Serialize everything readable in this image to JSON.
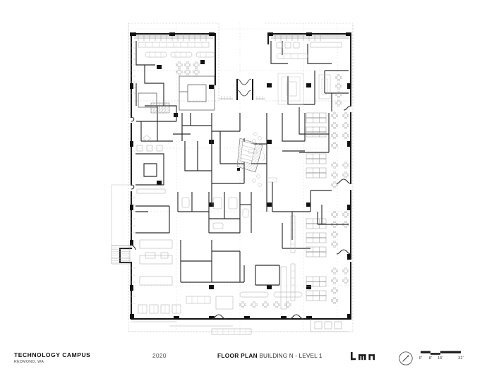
{
  "sheet": {
    "background_color": "#ffffff",
    "ink_color": "#111111"
  },
  "titleblock": {
    "project_name": "TECHNOLOGY CAMPUS",
    "project_location": "REDMOND, WA",
    "year": "2020",
    "drawing_type": "FLOOR PLAN",
    "drawing_subject": " BUILDING N - LEVEL 1",
    "firm_logo": "lmn-logo",
    "north_arrow": "north-arrow-icon",
    "scale": {
      "labels": [
        "0'",
        "8'",
        "16'",
        "32'"
      ],
      "label_x": [
        0,
        14,
        28,
        57
      ],
      "bar_total_ft": 32
    }
  },
  "plan": {
    "title": "Building N Level 1 Floor Plan",
    "line_colors": {
      "structure": "#111111",
      "partition": "#3a3a3a",
      "furniture": "#9a9a9a",
      "light": "#c9c9c9",
      "property_line": "#bcbcbc",
      "hatch": "#a8a8a8"
    },
    "zones": [
      {
        "name": "northwest-wing",
        "label": ""
      },
      {
        "name": "northeast-wing",
        "label": ""
      },
      {
        "name": "central-core",
        "label": ""
      },
      {
        "name": "east-open-office",
        "label": ""
      },
      {
        "name": "south-wing",
        "label": ""
      },
      {
        "name": "feature-stair",
        "label": ""
      },
      {
        "name": "west-entry-stair",
        "label": ""
      }
    ]
  }
}
